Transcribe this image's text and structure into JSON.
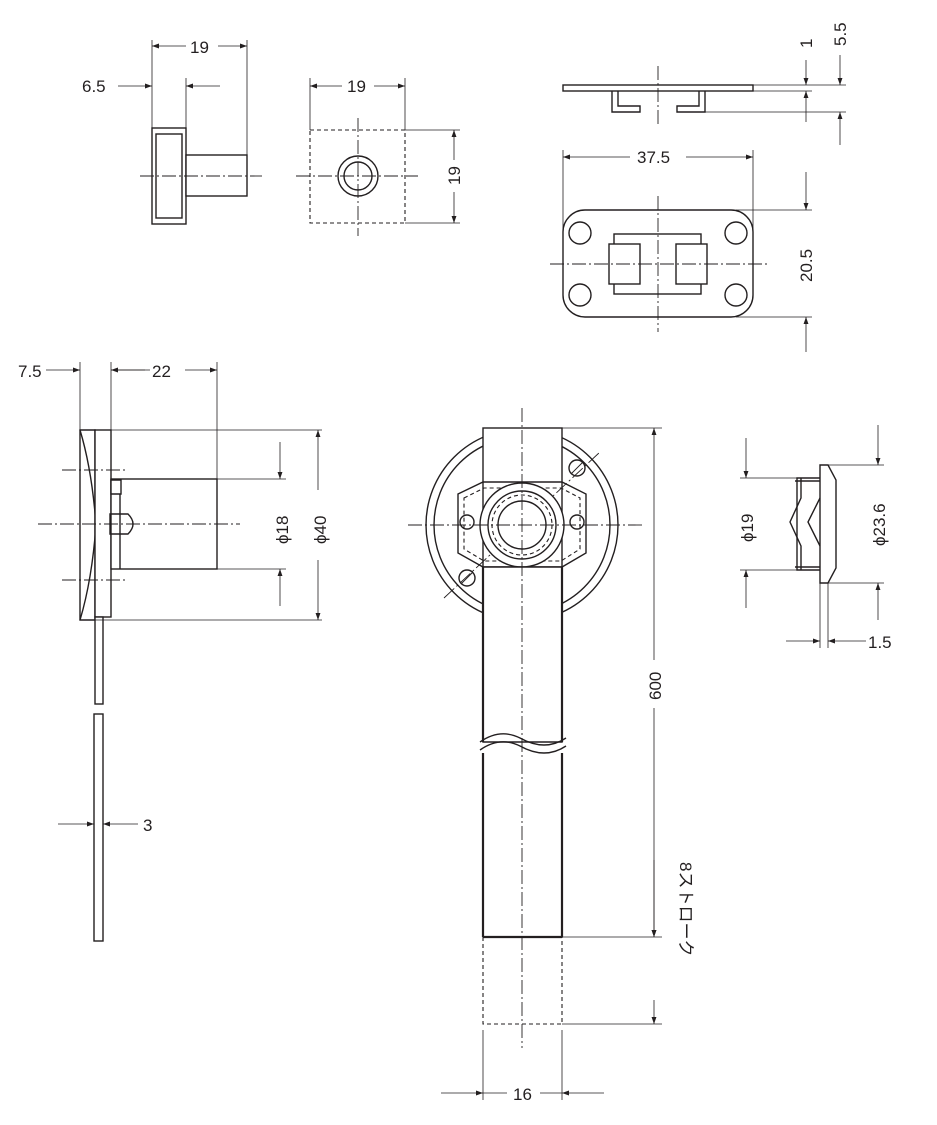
{
  "dimensions": {
    "knob_width_19": "19",
    "knob_offset_6_5": "6.5",
    "front_width_19": "19",
    "front_height_19": "19",
    "plate_thk_1": "1",
    "plate_height_5_5": "5.5",
    "plate_width_37_5": "37.5",
    "plate_height_20_5": "20.5",
    "body_offset_7_5": "7.5",
    "body_length_22": "22",
    "body_dia_18": "ϕ18",
    "flange_dia_40": "ϕ40",
    "rod_thk_3": "3",
    "rod_length_600": "600",
    "stroke_8": "8ストローク",
    "rod_width_16": "16",
    "cap_dia_19": "ϕ19",
    "cap_dia_23_6": "ϕ23.6",
    "cap_thk_1_5": "1.5"
  }
}
